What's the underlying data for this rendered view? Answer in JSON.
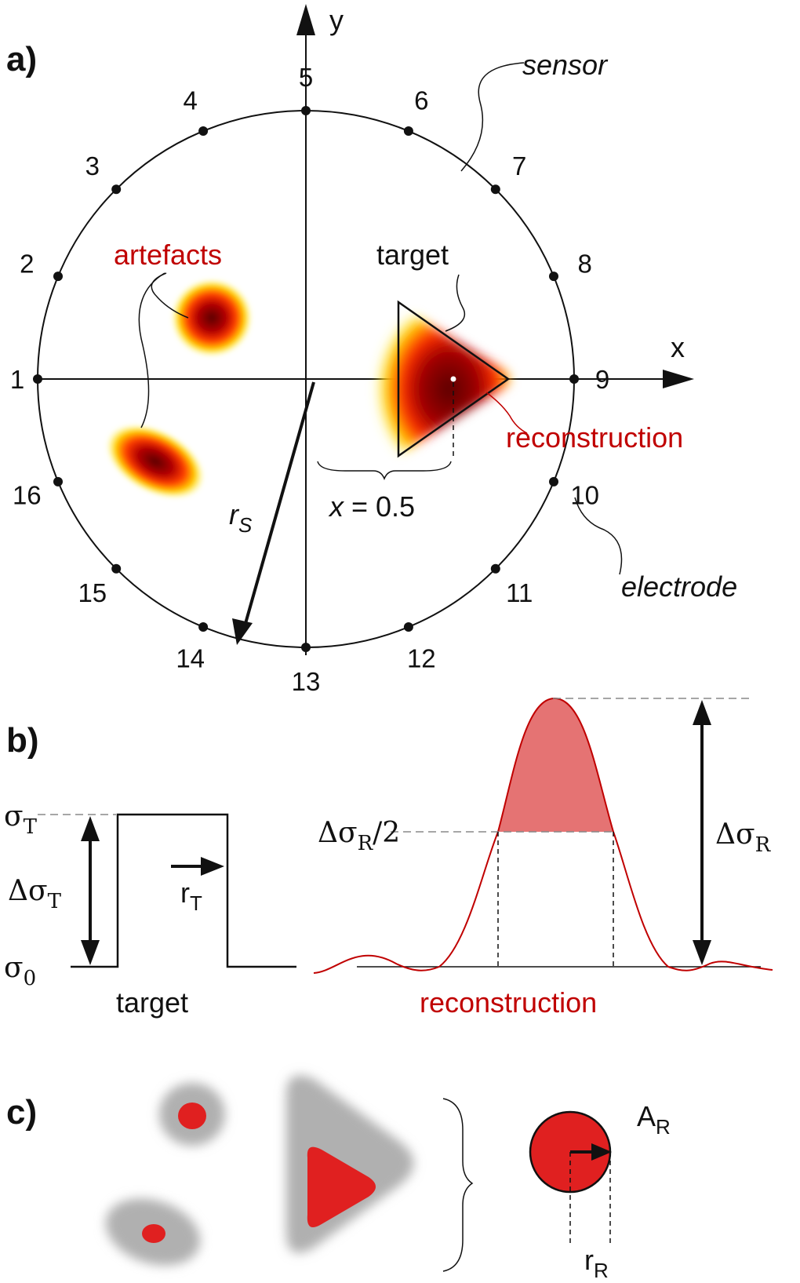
{
  "panel_a": {
    "panel_label": "a)",
    "axis_x": "x",
    "axis_y": "y",
    "electrodes": [
      "1",
      "2",
      "3",
      "4",
      "5",
      "6",
      "7",
      "8",
      "9",
      "10",
      "11",
      "12",
      "13",
      "14",
      "15",
      "16"
    ],
    "sensor_label": "sensor",
    "electrode_label": "electrode",
    "target_label": "target",
    "artefacts_label": "artefacts",
    "reconstruction_label": "reconstruction",
    "radius_label": "r",
    "radius_subscript": "S",
    "position_label": "x = 0.5"
  },
  "panel_b": {
    "panel_label": "b)",
    "sigma_t": "σ",
    "sigma_t_sub": "T",
    "sigma_0": "σ",
    "sigma_0_sub": "0",
    "delta_sigma_t": "Δσ",
    "delta_sigma_t_sub": "T",
    "r_t": "r",
    "r_t_sub": "T",
    "target_label": "target",
    "half_level": "Δσ",
    "half_level_sub": "R",
    "half_level_suffix": "/2",
    "delta_sigma_r": "Δσ",
    "delta_sigma_r_sub": "R",
    "reconstruction_label": "reconstruction"
  },
  "panel_c": {
    "panel_label": "c)",
    "area_label": "A",
    "area_sub": "R",
    "radius_label": "r",
    "radius_sub": "R"
  },
  "colors": {
    "accent_red": "#c00000",
    "fill_red": "#e02020",
    "shaded_pink": "#e57373",
    "shadow_gray": "#b0b0b0"
  }
}
